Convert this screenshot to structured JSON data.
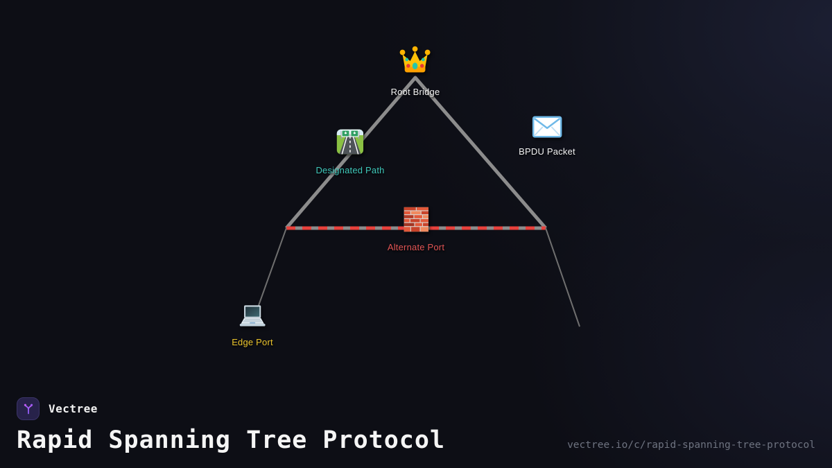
{
  "diagram": {
    "nodes": [
      {
        "id": "root-bridge",
        "icon": "crown-icon",
        "label": "Root Bridge",
        "label_color": "#f2f2f2"
      },
      {
        "id": "designated-path",
        "icon": "motorway-icon",
        "label": "Designated Path",
        "label_color": "#3fc8ba"
      },
      {
        "id": "bpdu-packet",
        "icon": "envelope-icon",
        "label": "BPDU Packet",
        "label_color": "#f2f2f2"
      },
      {
        "id": "alternate-port",
        "icon": "brick-wall-icon",
        "label": "Alternate Port",
        "label_color": "#e25555"
      },
      {
        "id": "edge-port",
        "icon": "laptop-icon",
        "label": "Edge Port",
        "label_color": "#ecc52c"
      }
    ],
    "edges": [
      {
        "from": "root-bridge",
        "to": "left-junction",
        "style": "solid-gray-thick"
      },
      {
        "from": "root-bridge",
        "to": "right-junction",
        "style": "solid-gray-thick"
      },
      {
        "from": "left-junction",
        "to": "right-junction",
        "through": "alternate-port",
        "style": "blocked-red-dashed"
      },
      {
        "from": "left-junction",
        "to": "edge-port",
        "style": "solid-gray-thin"
      },
      {
        "from": "right-junction",
        "to": "lower-right",
        "style": "solid-gray-thin"
      }
    ]
  },
  "footer": {
    "brand": "Vectree",
    "title": "Rapid Spanning Tree Protocol",
    "url": "vectree.io/c/rapid-spanning-tree-protocol"
  },
  "colors": {
    "background": "#0d0e15",
    "line_gray": "#8c8c8c",
    "line_thin_gray": "#6f6f6f",
    "blocked_red": "#e8413c",
    "teal_label": "#3fc8ba",
    "red_label": "#e25555",
    "yellow_label": "#ecc52c",
    "brand_purple": "#8b5cf6"
  }
}
